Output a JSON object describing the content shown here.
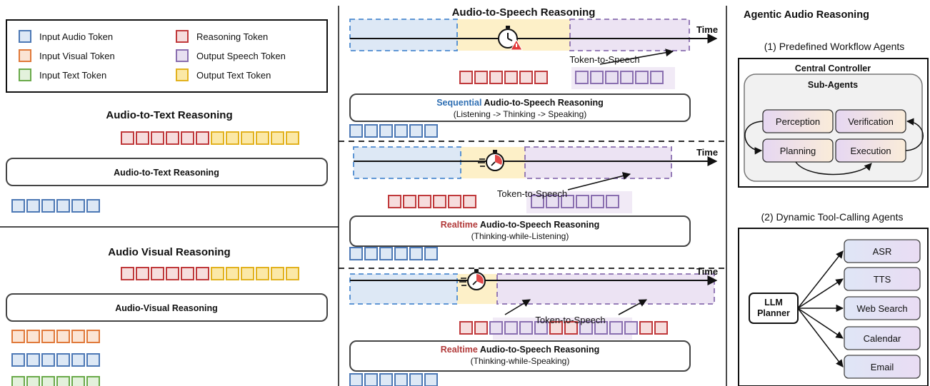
{
  "colors": {
    "input_audio": {
      "fill": "#dde8f5",
      "stroke": "#4c78b5"
    },
    "input_visual": {
      "fill": "#fbe4d4",
      "stroke": "#e0793a"
    },
    "input_text": {
      "fill": "#e3f1dc",
      "stroke": "#6aaa4a"
    },
    "reasoning": {
      "fill": "#f6dddd",
      "stroke": "#c0393b"
    },
    "output_speech": {
      "fill": "#e8e0f1",
      "stroke": "#8a6fb0"
    },
    "output_text": {
      "fill": "#fbe8a6",
      "stroke": "#e2b21f"
    },
    "sequential_word": "#2f6fb3",
    "realtime_word": "#b23a3a"
  },
  "legend": {
    "items": [
      {
        "label": "Input Audio Token",
        "kind": "input_audio"
      },
      {
        "label": "Reasoning Token",
        "kind": "reasoning"
      },
      {
        "label": "Input Visual Token",
        "kind": "input_visual"
      },
      {
        "label": "Output Speech Token",
        "kind": "output_speech"
      },
      {
        "label": "Input Text Token",
        "kind": "input_text"
      },
      {
        "label": "Output Text Token",
        "kind": "output_text"
      }
    ]
  },
  "audio_to_text": {
    "heading": "Audio-to-Text Reasoning",
    "box_label": "Audio-to-Text Reasoning"
  },
  "audio_visual": {
    "heading": "Audio Visual Reasoning",
    "box_label": "Audio-Visual Reasoning"
  },
  "audio_to_speech": {
    "heading": "Audio-to-Speech Reasoning",
    "time_label": "Time",
    "token_to_speech": "Token-to-Speech",
    "panels": [
      {
        "mode_word": "Sequential",
        "mode_rest": " Audio-to-Speech Reasoning",
        "subtitle": "(Listening -> Thinking -> Speaking)"
      },
      {
        "mode_word": "Realtime",
        "mode_rest": " Audio-to-Speech Reasoning",
        "subtitle": "(Thinking-while-Listening)"
      },
      {
        "mode_word": "Realtime",
        "mode_rest": " Audio-to-Speech Reasoning",
        "subtitle": "(Thinking-while-Speaking)"
      }
    ]
  },
  "agentic": {
    "heading": "Agentic Audio Reasoning",
    "predefined_title": "(1) Predefined Workflow Agents",
    "central_controller": "Central Controller",
    "sub_agents": "Sub-Agents",
    "agents": [
      "Perception",
      "Verification",
      "Planning",
      "Execution"
    ],
    "dynamic_title": "(2) Dynamic Tool-Calling Agents",
    "planner": "LLM\nPlanner",
    "tools": [
      "ASR",
      "TTS",
      "Web Search",
      "Calendar",
      "Email"
    ]
  }
}
